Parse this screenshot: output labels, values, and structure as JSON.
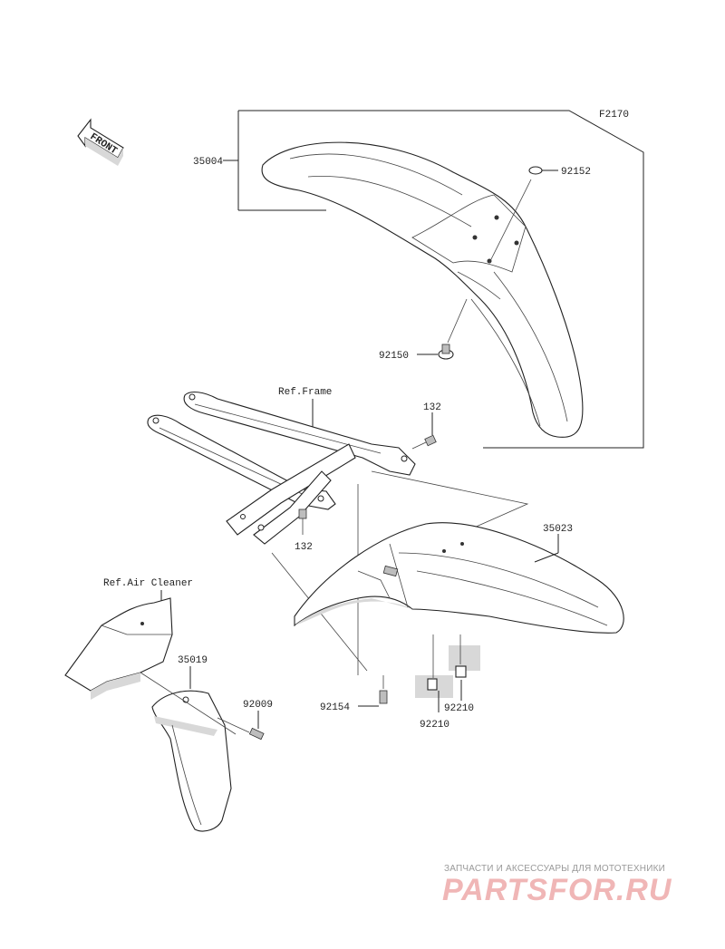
{
  "figure_code": "F2170",
  "front_label": "FRONT",
  "refs": {
    "frame": "Ref.Frame",
    "air_cleaner": "Ref.Air Cleaner"
  },
  "parts": {
    "front_fender": "35004",
    "washer_top": "92152",
    "bolt_front": "92150",
    "bolt_right": "132",
    "bolt_left": "132",
    "rear_fender": "35023",
    "flap": "35019",
    "screw_flap": "92009",
    "bolt_rear": "92154",
    "nut_right": "92210",
    "nut_left": "92210"
  },
  "watermark": {
    "caption": "ЗАПЧАСТИ И АКСЕССУАРЫ ДЛЯ МОТОТЕХНИКИ",
    "logo": "PARTSFOR.RU"
  }
}
